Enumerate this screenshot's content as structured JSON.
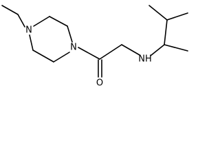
{
  "molecule": {
    "atoms": {
      "piperazine_n_methyl": "N",
      "piperazine_n_acyl": "N",
      "carbonyl_oxygen": "O",
      "amine_nh": "NH"
    }
  },
  "colors": {
    "bond": "#000000",
    "label": "#000000",
    "background": "#ffffff"
  }
}
